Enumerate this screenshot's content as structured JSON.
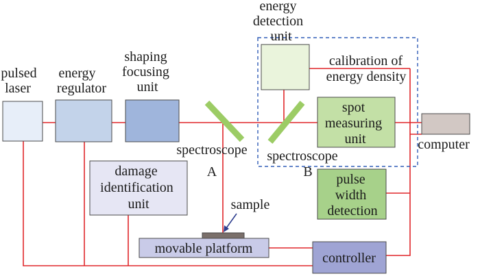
{
  "labels": {
    "pulsed_laser": [
      "pulsed",
      "laser"
    ],
    "energy_regulator": [
      "energy",
      "regulator"
    ],
    "shaping_focusing_unit": [
      "shaping",
      "focusing",
      "unit"
    ],
    "energy_detection_unit": [
      "energy",
      "detection",
      "unit"
    ],
    "calibration": [
      "calibration of",
      "energy density"
    ],
    "spot_measuring_unit": [
      "spot",
      "measuring",
      "unit"
    ],
    "computer": "computer",
    "spectroscope_a": "spectroscope",
    "spectroscope_a_tag": "A",
    "spectroscope_b": "spectroscope",
    "spectroscope_b_tag": "B",
    "damage_identification_unit": [
      "damage",
      "identification",
      "unit"
    ],
    "pulse_width_detection": [
      "pulse",
      "width",
      "detection"
    ],
    "sample": "sample",
    "movable_platform": "movable platform",
    "controller": "controller"
  },
  "colors": {
    "wire": "#e0262a",
    "dashed_border": "#2f5bb7",
    "mirror": "#9ccc65",
    "laser_fill": "#e7eef9",
    "regulator_fill": "#c3d3ea",
    "shaping_fill": "#9fb5dc",
    "energy_detection_fill": "#eaf4dc",
    "spot_fill": "#c3e0a6",
    "computer_fill": "#d2c8c4",
    "damage_fill": "#e6e6f4",
    "pulse_fill": "#a7d18a",
    "platform_fill": "#c9cbe8",
    "controller_fill": "#9fa4d4",
    "sample_fill": "#7a6f6a"
  }
}
